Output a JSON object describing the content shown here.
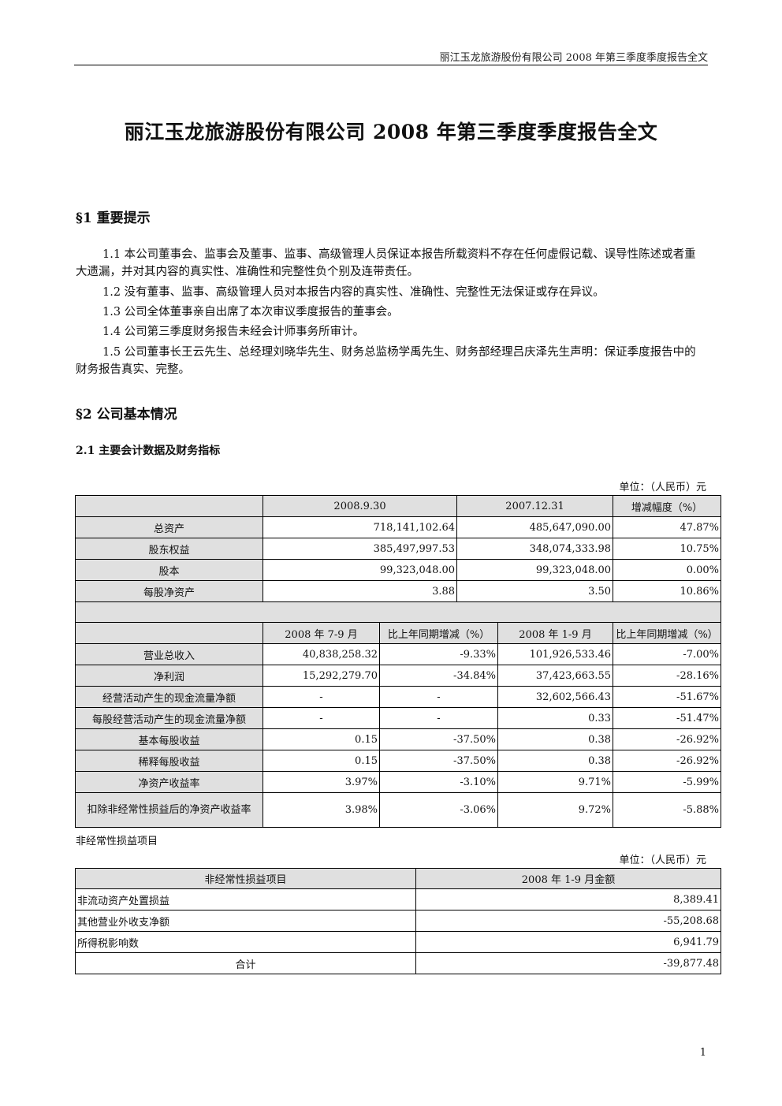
{
  "header": "丽江玉龙旅游股份有限公司 2008 年第三季度季度报告全文",
  "title": "丽江玉龙旅游股份有限公司 2008 年第三季度季度报告全文",
  "section1": {
    "heading": "§1 重要提示",
    "paragraphs": [
      "1.1 本公司董事会、监事会及董事、监事、高级管理人员保证本报告所载资料不存在任何虚假记载、误导性陈述或者重大遗漏，并对其内容的真实性、准确性和完整性负个别及连带责任。",
      "1.2 没有董事、监事、高级管理人员对本报告内容的真实性、准确性、完整性无法保证或存在异议。",
      "1.3 公司全体董事亲自出席了本次审议季度报告的董事会。",
      "1.4 公司第三季度财务报告未经会计师事务所审计。",
      "1.5 公司董事长王云先生、总经理刘晓华先生、财务总监杨学禹先生、财务部经理吕庆泽先生声明：保证季度报告中的财务报告真实、完整。"
    ]
  },
  "section2": {
    "heading": "§2 公司基本情况",
    "sub_heading": "2.1 主要会计数据及财务指标",
    "unit": "单位：（人民币）元",
    "table1": {
      "headers": [
        "2008.9.30",
        "2007.12.31",
        "增减幅度（%）"
      ],
      "rows": [
        [
          "总资产",
          "718,141,102.64",
          "485,647,090.00",
          "47.87%"
        ],
        [
          "股东权益",
          "385,497,997.53",
          "348,074,333.98",
          "10.75%"
        ],
        [
          "股本",
          "99,323,048.00",
          "99,323,048.00",
          "0.00%"
        ],
        [
          "每股净资产",
          "3.88",
          "3.50",
          "10.86%"
        ]
      ],
      "headers2": [
        "2008 年 7-9 月",
        "比上年同期增减（%）",
        "2008 年 1-9 月",
        "比上年同期增减（%）"
      ],
      "rows2": [
        [
          "营业总收入",
          "40,838,258.32",
          "-9.33%",
          "101,926,533.46",
          "-7.00%"
        ],
        [
          "净利润",
          "15,292,279.70",
          "-34.84%",
          "37,423,663.55",
          "-28.16%"
        ],
        [
          "经营活动产生的现金流量净额",
          "-",
          "-",
          "32,602,566.43",
          "-51.67%"
        ],
        [
          "每股经营活动产生的现金流量净额",
          "-",
          "-",
          "0.33",
          "-51.47%"
        ],
        [
          "基本每股收益",
          "0.15",
          "-37.50%",
          "0.38",
          "-26.92%"
        ],
        [
          "稀释每股收益",
          "0.15",
          "-37.50%",
          "0.38",
          "-26.92%"
        ],
        [
          "净资产收益率",
          "3.97%",
          "-3.10%",
          "9.71%",
          "-5.99%"
        ],
        [
          "扣除非经常性损益后的净资产收益率",
          "3.98%",
          "-3.06%",
          "9.72%",
          "-5.88%"
        ]
      ]
    },
    "note": "非经常性损益项目",
    "unit2": "单位：（人民币）元",
    "table2": {
      "headers": [
        "非经常性损益项目",
        "2008 年 1-9 月金额"
      ],
      "rows": [
        [
          "非流动资产处置损益",
          "8,389.41"
        ],
        [
          "其他营业外收支净额",
          "-55,208.68"
        ],
        [
          "所得税影响数",
          "6,941.79"
        ]
      ],
      "total": [
        "合计",
        "-39,877.48"
      ]
    }
  },
  "page_number": "1"
}
